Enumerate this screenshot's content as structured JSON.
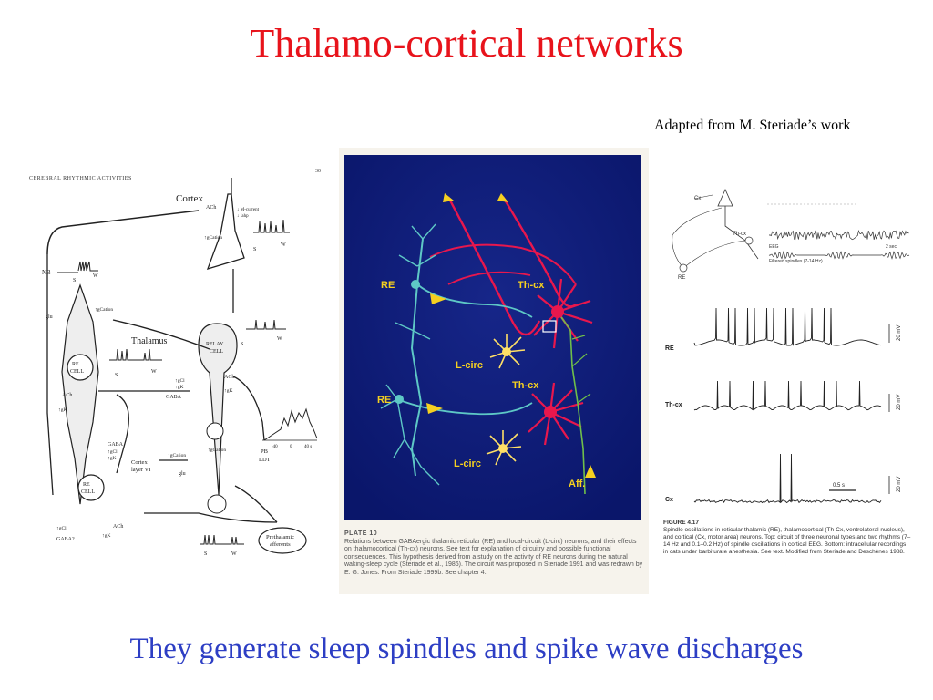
{
  "slide": {
    "title": "Thalamo-cortical networks",
    "credit": "Adapted from M. Steriade’s work",
    "caption": "They generate sleep spindles and spike wave discharges"
  },
  "left_figure": {
    "header": "CEREBRAL RHYTHMIC ACTIVITIES",
    "page_number": "30",
    "cortex": "Cortex",
    "thalamus": "Thalamus",
    "relay_cell": [
      "RELAY",
      "CELL"
    ],
    "re_cell": [
      "RE",
      "CELL"
    ],
    "nb": "NB",
    "glu": "glu",
    "ach": "ACh",
    "gaba": "GABA",
    "gaba_q": "GABA?",
    "gcation": "↑gCation",
    "gcl": "↑gCl",
    "gk": "↑gK",
    "m_current": "↓ M-current",
    "iahp": "↓ Iahp",
    "s": "S",
    "w": "W",
    "cortex_layer": [
      "Cortex",
      "layer VI"
    ],
    "pb_ldt": [
      "PB",
      "LDT"
    ],
    "prethalamic": [
      "Prethalamic",
      "afferents"
    ],
    "mv_scale": [
      "-40",
      "0",
      "40 s"
    ]
  },
  "middle_figure": {
    "labels": {
      "re": "RE",
      "thcx": "Th-cx",
      "lcirc": "L-circ",
      "aff": "Aff."
    },
    "plate_label": "PLATE 10",
    "plate_text": "Relations between GABAergic thalamic reticular (RE) and local-circuit (L-circ) neurons, and their effects on thalamocortical (Th-cx) neurons. See text for explanation of circuitry and possible functional consequences. This hypothesis derived from a study on the activity of RE neurons during the natural waking-sleep cycle (Steriade et al., 1986). The circuit was proposed in Steriade 1991 and was redrawn by E. G. Jones. From Steriade 1999b. See chapter 4."
  },
  "right_figure": {
    "cx": "Cx",
    "thcx": "Th-cx",
    "re": "RE",
    "eeg": "EEG",
    "filtered": "Filtered spindles (7-14 Hz)",
    "sec": "2 sec",
    "mv": "20 mV",
    "time_scale": "0.5 s",
    "figure_label": "FIGURE 4.17",
    "figure_text": "Spindle oscillations in reticular thalamic (RE), thalamocortical (Th-Cx, ventrolateral nucleus), and cortical (Cx, motor area) neurons. Top: circuit of three neuronal types and two rhythms (7–14 Hz and 0.1–0.2 Hz) of spindle oscillations in cortical EEG. Bottom: intracellular recordings in cats under barbiturate anesthesia. See text. Modified from Steriade and Deschênes 1988."
  },
  "colors": {
    "title": "#e8131b",
    "caption": "#2d3ec4",
    "plate_bg": "#0c1a78",
    "re_neuron": "#5ec8c6",
    "thcx_neuron": "#e8174d",
    "lcirc_neuron": "#ffe066",
    "label_yellow": "#f5d020"
  }
}
